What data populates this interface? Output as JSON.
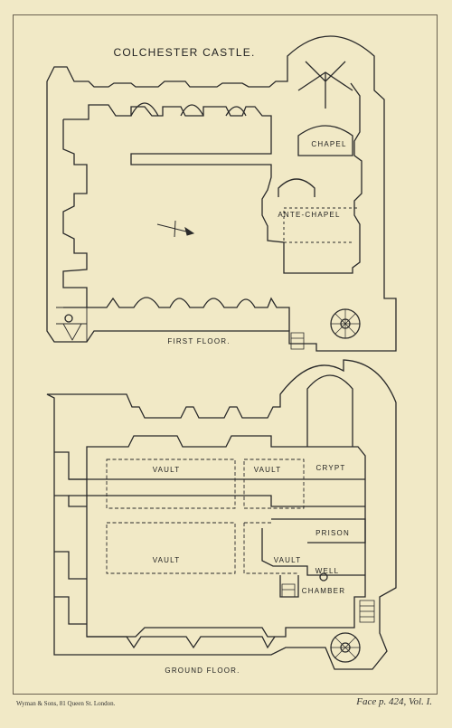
{
  "plate": {
    "title": "COLCHESTER CASTLE.",
    "printer_credit": "Wyman & Sons, 81 Queen St. London.",
    "page_reference": "Face p. 424, Vol. I."
  },
  "first_floor": {
    "caption": "FIRST FLOOR.",
    "rooms": {
      "chapel": "CHAPEL",
      "ante_chapel": "ANTE-CHAPEL"
    }
  },
  "ground_floor": {
    "caption": "GROUND FLOOR.",
    "rooms": {
      "vault_1": "VAULT",
      "vault_2": "VAULT",
      "crypt": "CRYPT",
      "prison": "PRISON",
      "vault_3": "VAULT",
      "vault_4": "VAULT",
      "well": "WELL",
      "chamber": "CHAMBER"
    }
  },
  "colors": {
    "paper": "#f1e9c6",
    "ink": "#2a2a2a",
    "border": "#6a6150"
  }
}
